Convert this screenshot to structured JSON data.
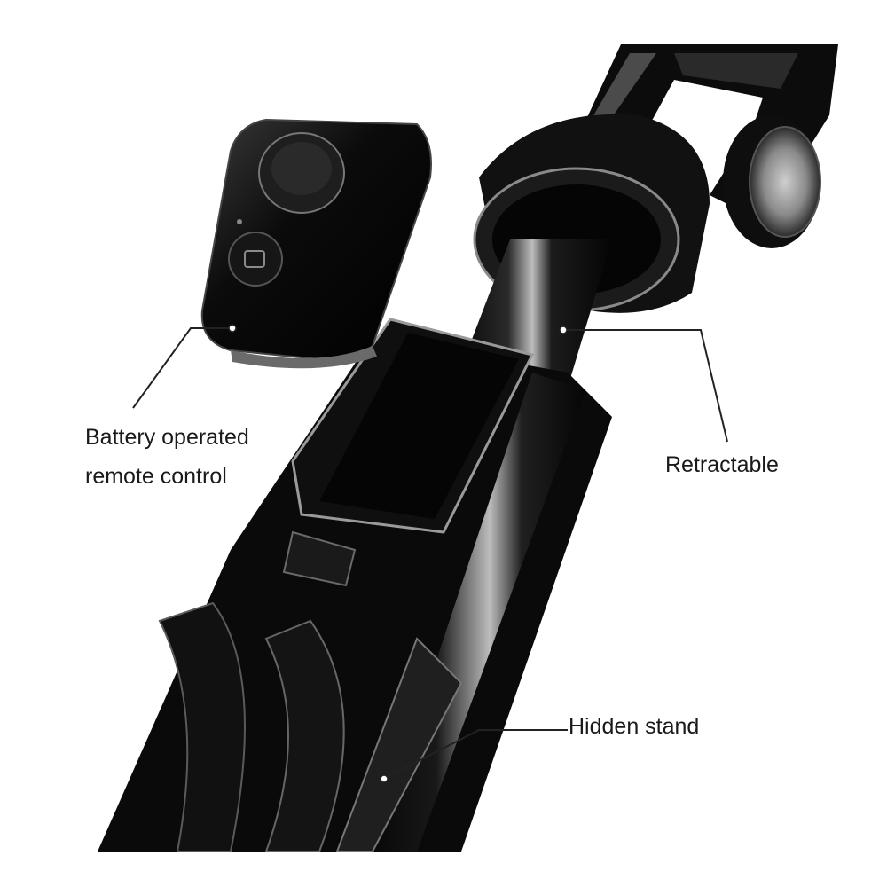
{
  "callouts": {
    "remote": {
      "line1": "Battery operated",
      "line2": "remote control"
    },
    "retractable": "Retractable",
    "hidden_stand": "Hidden stand"
  },
  "colors": {
    "body": "#0d0d0d",
    "highlight": "#e8e8e8",
    "background": "#ffffff"
  }
}
